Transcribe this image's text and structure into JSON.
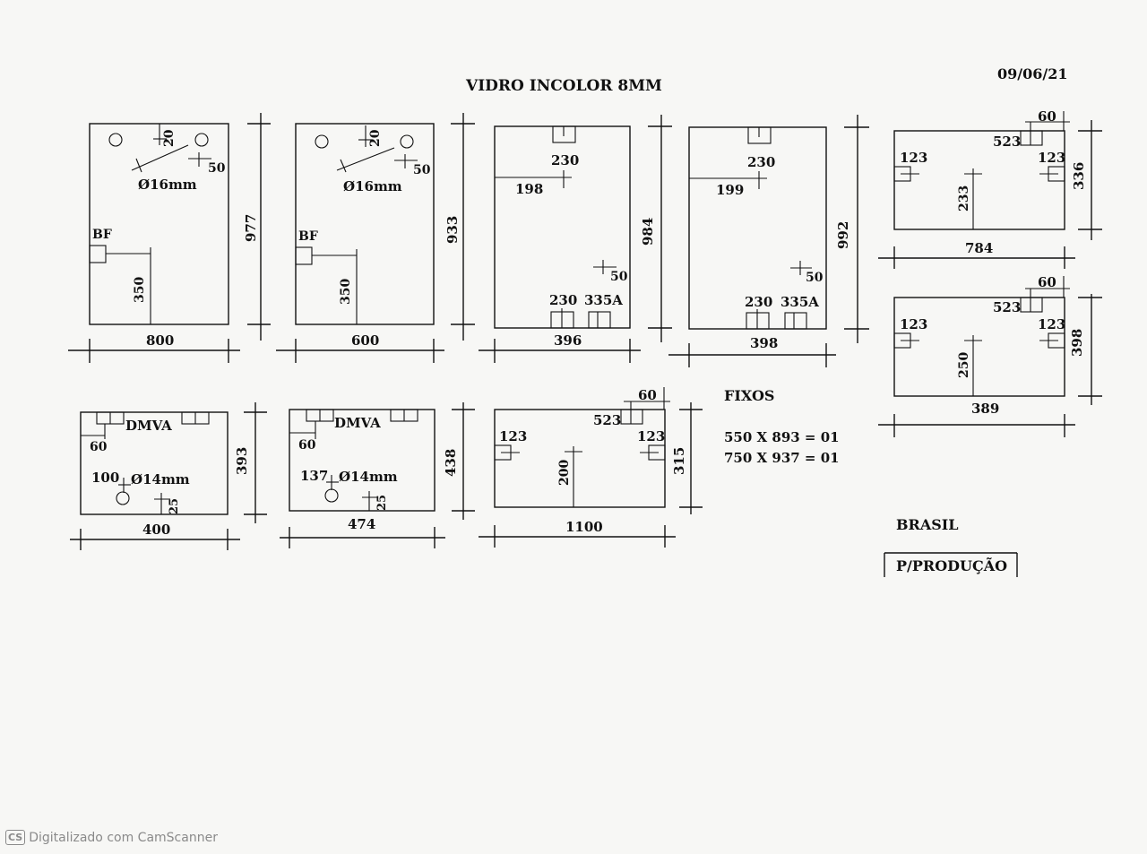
{
  "header": {
    "title": "VIDRO INCOLOR 8MM",
    "date": "09/06/21"
  },
  "notes": {
    "fixos_title": "FIXOS",
    "fixos_lines": [
      "550 X 893 = 01",
      "750 X 937 = 01"
    ],
    "brasil": "BRASIL",
    "stamp": "P/PRODUÇÃO"
  },
  "footer": {
    "logo": "CS",
    "text": "Digitalizado com CamScanner"
  },
  "panels": {
    "p1": {
      "w": "800",
      "h": "977",
      "d20": "20",
      "d50": "50",
      "hole": "Ø16mm",
      "bf": "BF",
      "d350": "350"
    },
    "p2": {
      "w": "600",
      "h": "933",
      "d20": "20",
      "d50": "50",
      "hole": "Ø16mm",
      "bf": "BF",
      "d350": "350"
    },
    "p3": {
      "w": "396",
      "h": "984",
      "d230a": "230",
      "d198": "198",
      "d50": "50",
      "d230b": "230",
      "d335": "335A"
    },
    "p4": {
      "w": "398",
      "h": "992",
      "d230a": "230",
      "d199": "199",
      "d50": "50",
      "d230b": "230",
      "d335": "335A"
    },
    "p5": {
      "w": "784",
      "h": "336",
      "d60": "60",
      "d523": "523",
      "d123a": "123",
      "d123b": "123",
      "d233": "233"
    },
    "p6": {
      "w": "389",
      "h": "398",
      "d60": "60",
      "d523": "523",
      "d123a": "123",
      "d123b": "123",
      "d250": "250"
    },
    "p7": {
      "w": "400",
      "h": "393",
      "dmva": "DMVA",
      "d60": "60",
      "d100": "100",
      "hole": "Ø14mm",
      "d25": "25"
    },
    "p8": {
      "w": "474",
      "h": "438",
      "dmva": "DMVA",
      "d60": "60",
      "d137": "137",
      "hole": "Ø14mm",
      "d25": "25"
    },
    "p9": {
      "w": "1100",
      "h": "315",
      "d60": "60",
      "d523": "523",
      "d123a": "123",
      "d123b": "123",
      "d200": "200"
    }
  }
}
